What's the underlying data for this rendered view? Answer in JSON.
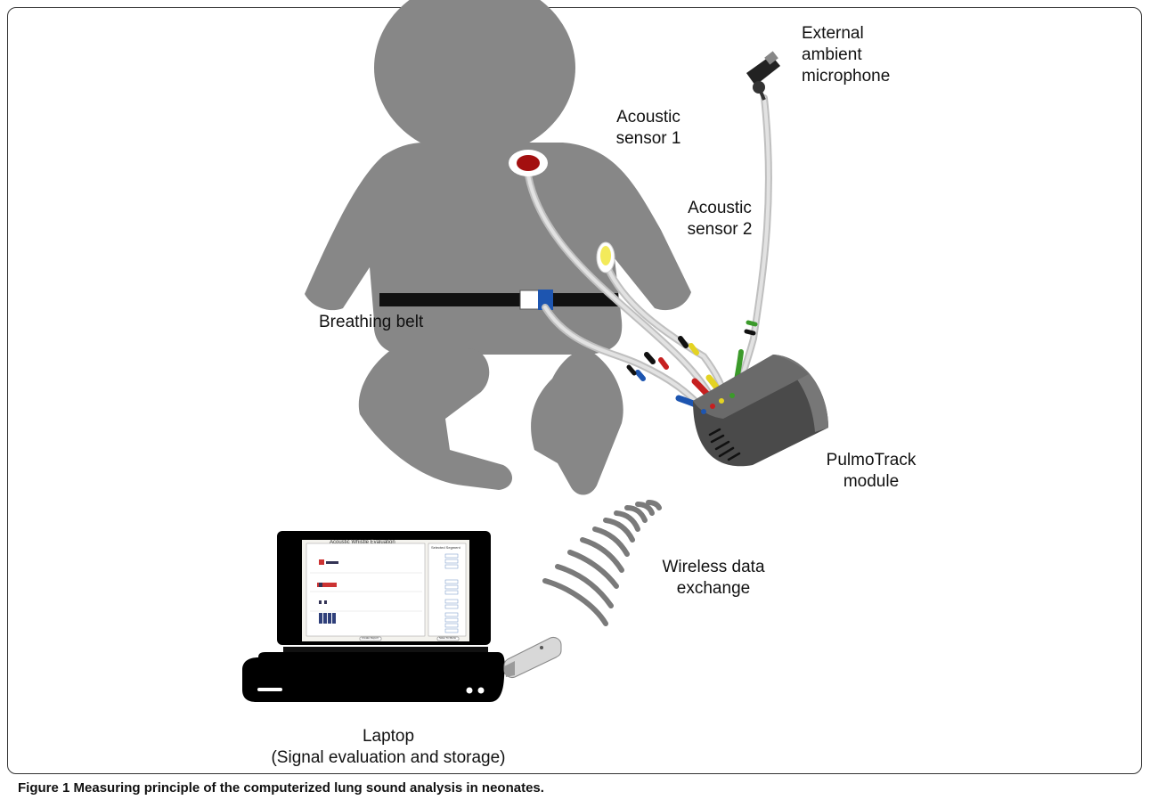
{
  "labels": {
    "external_mic": [
      "External",
      "ambient",
      "microphone"
    ],
    "sensor1": [
      "Acoustic",
      "sensor 1"
    ],
    "sensor2": [
      "Acoustic",
      "sensor 2"
    ],
    "breathing_belt": "Breathing belt",
    "module": [
      "PulmoTrack",
      "module"
    ],
    "wireless": [
      "Wireless data",
      "exchange"
    ],
    "laptop": [
      "Laptop",
      "(Signal evaluation and storage)"
    ]
  },
  "screen": {
    "title": "Acoustic Whistle Evaluation",
    "side_title": "Selected Segment",
    "buttons": [
      "Create Report",
      "Save To Menu"
    ]
  },
  "caption": {
    "label": "Figure 1",
    "text": " Measuring principle of the computerized lung sound analysis in neonates."
  },
  "colors": {
    "silhouette": "#878787",
    "sensor1": "#a30f0f",
    "sensor2": "#f3ea5a",
    "belt": "#111111",
    "belt_blue": "#1d55b0",
    "cable": "#d2d2d2",
    "module": "#5a5a5a"
  }
}
